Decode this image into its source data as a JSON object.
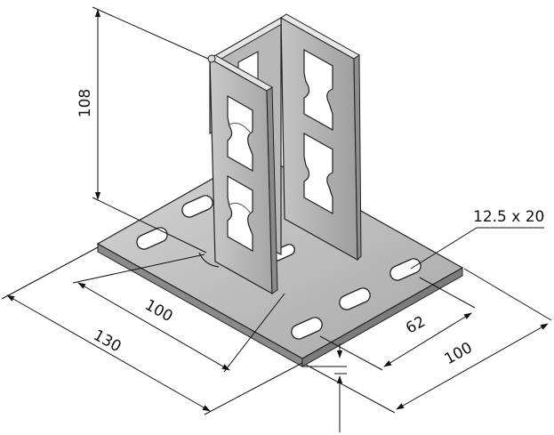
{
  "diagram": {
    "dimensions": {
      "height": "108",
      "slot": "12.5 x 20",
      "base_length": "130",
      "post_length": "100",
      "base_width": "100",
      "post_width": "62"
    }
  }
}
